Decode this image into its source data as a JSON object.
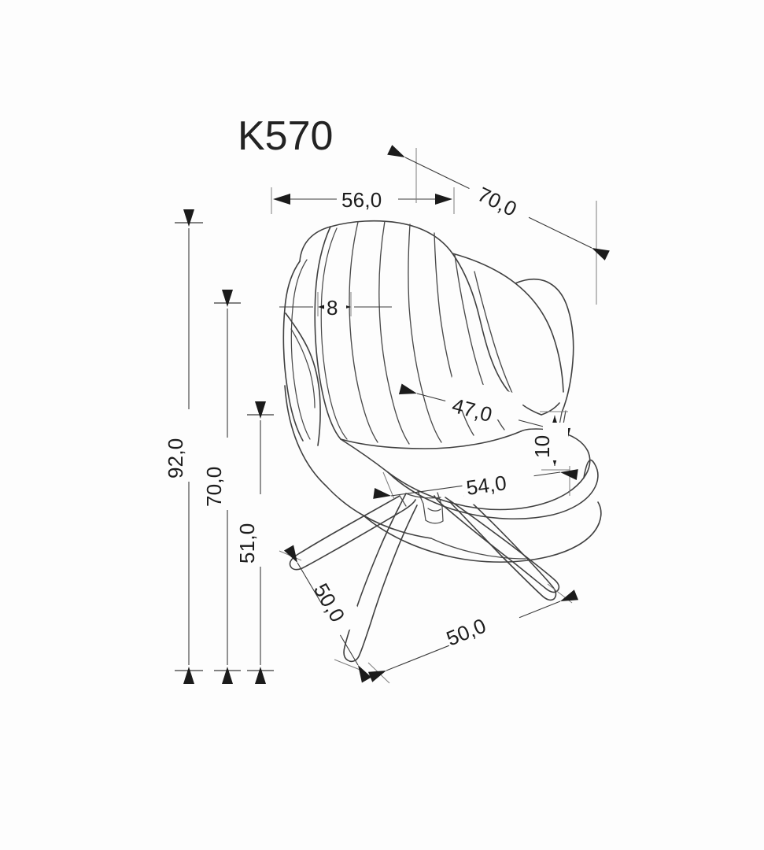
{
  "document": {
    "type": "technical-dimension-drawing",
    "subject": "armchair",
    "background_color": "#fdfdfd",
    "line_color": "#404040",
    "text_color": "#1c1c1c"
  },
  "title": {
    "model_code": "K570"
  },
  "units": "cm",
  "dimensions": {
    "width_seat_top": "56,0",
    "depth_diagonal": "70,0",
    "backrest_thickness": "8",
    "seat_depth": "47,0",
    "seat_cushion_thickness": "10",
    "seat_width_front": "54,0",
    "total_height": "92,0",
    "back_height": "70,0",
    "arm_height": "51,0",
    "leg_span_left": "50,0",
    "leg_span_right": "50,0"
  },
  "dimension_list": [
    {
      "id": "d-56",
      "label": "56,0",
      "kind": "horizontal",
      "description": "backrest width at top"
    },
    {
      "id": "d-70-diag",
      "label": "70,0",
      "kind": "diagonal",
      "description": "overall depth"
    },
    {
      "id": "d-8",
      "label": "8",
      "kind": "horizontal-inner",
      "description": "backrest panel thickness"
    },
    {
      "id": "d-47",
      "label": "47,0",
      "kind": "diagonal",
      "description": "seat depth"
    },
    {
      "id": "d-10",
      "label": "10",
      "kind": "vertical-rotated",
      "description": "seat cushion thickness"
    },
    {
      "id": "d-54",
      "label": "54,0",
      "kind": "diagonal",
      "description": "seat width"
    },
    {
      "id": "d-92",
      "label": "92,0",
      "kind": "vertical",
      "description": "total chair height"
    },
    {
      "id": "d-70-vert",
      "label": "70,0",
      "kind": "vertical",
      "description": "backrest top height"
    },
    {
      "id": "d-51",
      "label": "51,0",
      "kind": "vertical",
      "description": "armrest / seat-top height"
    },
    {
      "id": "d-50-left",
      "label": "50,0",
      "kind": "diagonal",
      "description": "left leg span"
    },
    {
      "id": "d-50-right",
      "label": "50,0",
      "kind": "diagonal",
      "description": "right leg span"
    }
  ]
}
